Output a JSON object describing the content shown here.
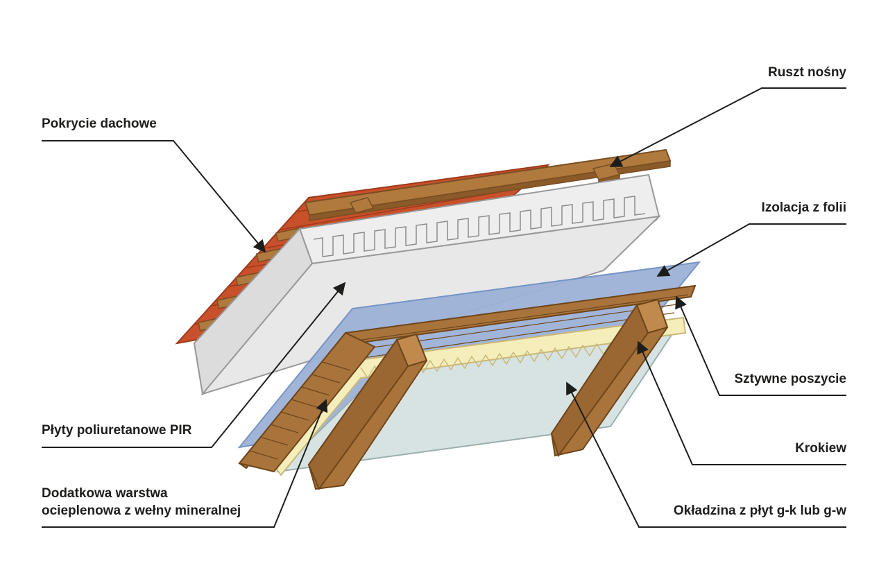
{
  "labels": {
    "pokrycie": "Pokrycie dachowe",
    "ruszt": "Ruszt nośny",
    "izolacja": "Izolacja z folii",
    "pir": "Płyty poliuretanowe PIR",
    "sztywne": "Sztywne poszycie",
    "krokiew": "Krokiew",
    "dodatkowa_line1": "Dodatkowa warstwa",
    "dodatkowa_line2": "ocieplenowa z wełny mineralnej",
    "okladzina": "Okładzina z płyt g-k lub g-w"
  },
  "colors": {
    "roof_tile": "#c8502a",
    "roof_tile_dark": "#9e3a1c",
    "batten_wood": "#b07a3e",
    "batten_dark": "#7a4e22",
    "pir_face": "#e6e6e6",
    "pir_edge": "#999999",
    "foil": "#9db2d8",
    "foil_edge": "#6f8fc4",
    "rafter_wood": "#a8743b",
    "rafter_dark": "#6e4519",
    "mineral_wool": "#f5eebb",
    "mineral_wool_edge": "#c9b877",
    "board": "#d7e3e2",
    "board_edge": "#9aaeae",
    "leader_line": "#1d1d1b",
    "text": "#1d1d1b"
  }
}
